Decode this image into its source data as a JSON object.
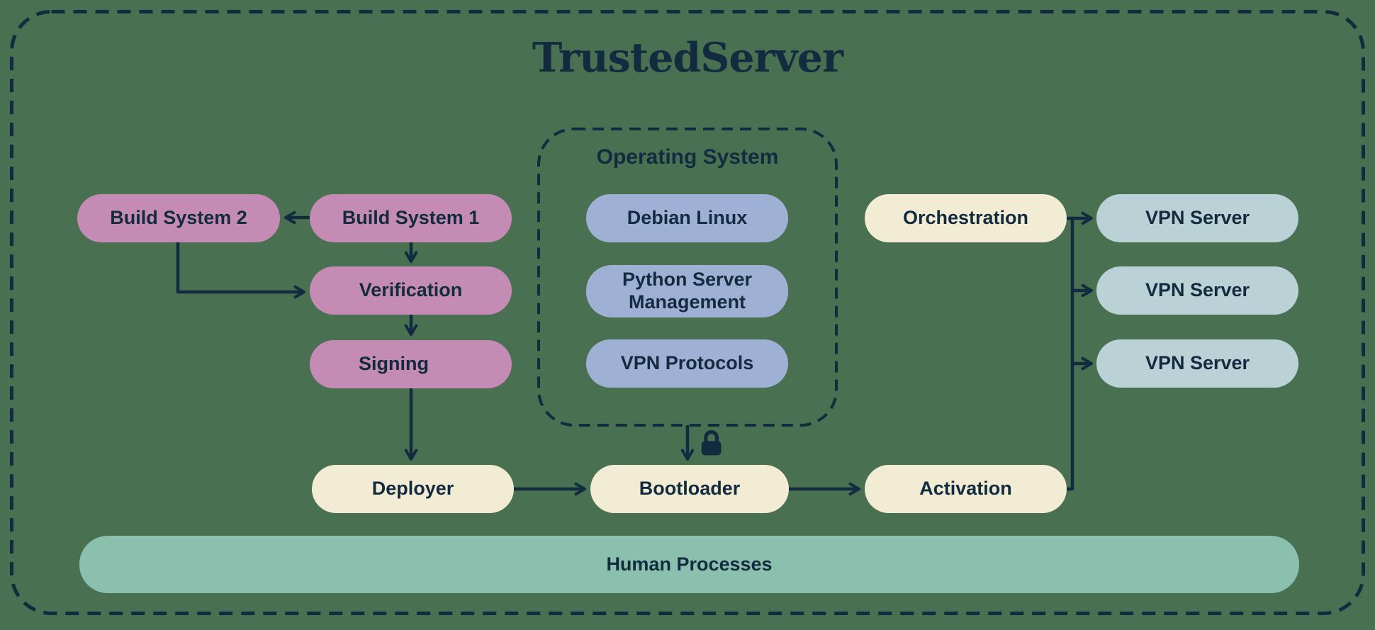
{
  "title": "TrustedServer",
  "colors": {
    "background": "#4A7052",
    "navy": "#132B3F",
    "pink": "#C48BB4",
    "periwinkle": "#9FB0D5",
    "cream": "#F2ECD4",
    "light_blue": "#BAD1D6",
    "teal": "#8BC0AE"
  },
  "os_group": {
    "label": "Operating System"
  },
  "nodes": {
    "build_system_2": {
      "label": "Build System 2"
    },
    "build_system_1": {
      "label": "Build System 1"
    },
    "verification": {
      "label": "Verification"
    },
    "signing": {
      "label": "Signing",
      "lock_icon": true
    },
    "debian_linux": {
      "label": "Debian Linux"
    },
    "python_server_management": {
      "label": "Python Server Management"
    },
    "vpn_protocols": {
      "label": "VPN Protocols"
    },
    "orchestration": {
      "label": "Orchestration"
    },
    "vpn_server_1": {
      "label": "VPN Server"
    },
    "vpn_server_2": {
      "label": "VPN Server"
    },
    "vpn_server_3": {
      "label": "VPN Server"
    },
    "deployer": {
      "label": "Deployer"
    },
    "bootloader": {
      "label": "Bootloader",
      "lock_icon_above": true
    },
    "activation": {
      "label": "Activation"
    }
  },
  "bottom_bar": {
    "label": "Human Processes"
  },
  "edges": [
    {
      "from": "build_system_1",
      "to": "build_system_2"
    },
    {
      "from": "build_system_1",
      "to": "verification"
    },
    {
      "from": "build_system_2",
      "to": "verification"
    },
    {
      "from": "verification",
      "to": "signing"
    },
    {
      "from": "signing",
      "to": "deployer"
    },
    {
      "from": "operating_system",
      "to": "bootloader"
    },
    {
      "from": "deployer",
      "to": "bootloader"
    },
    {
      "from": "bootloader",
      "to": "activation"
    },
    {
      "from": "orchestration",
      "to": "vpn_server_1"
    },
    {
      "from": "orchestration",
      "to": "vpn_server_2"
    },
    {
      "from": "orchestration",
      "to": "vpn_server_3"
    },
    {
      "from": "activation",
      "to": "vpn_server_1"
    },
    {
      "from": "activation",
      "to": "vpn_server_2"
    },
    {
      "from": "activation",
      "to": "vpn_server_3"
    }
  ]
}
